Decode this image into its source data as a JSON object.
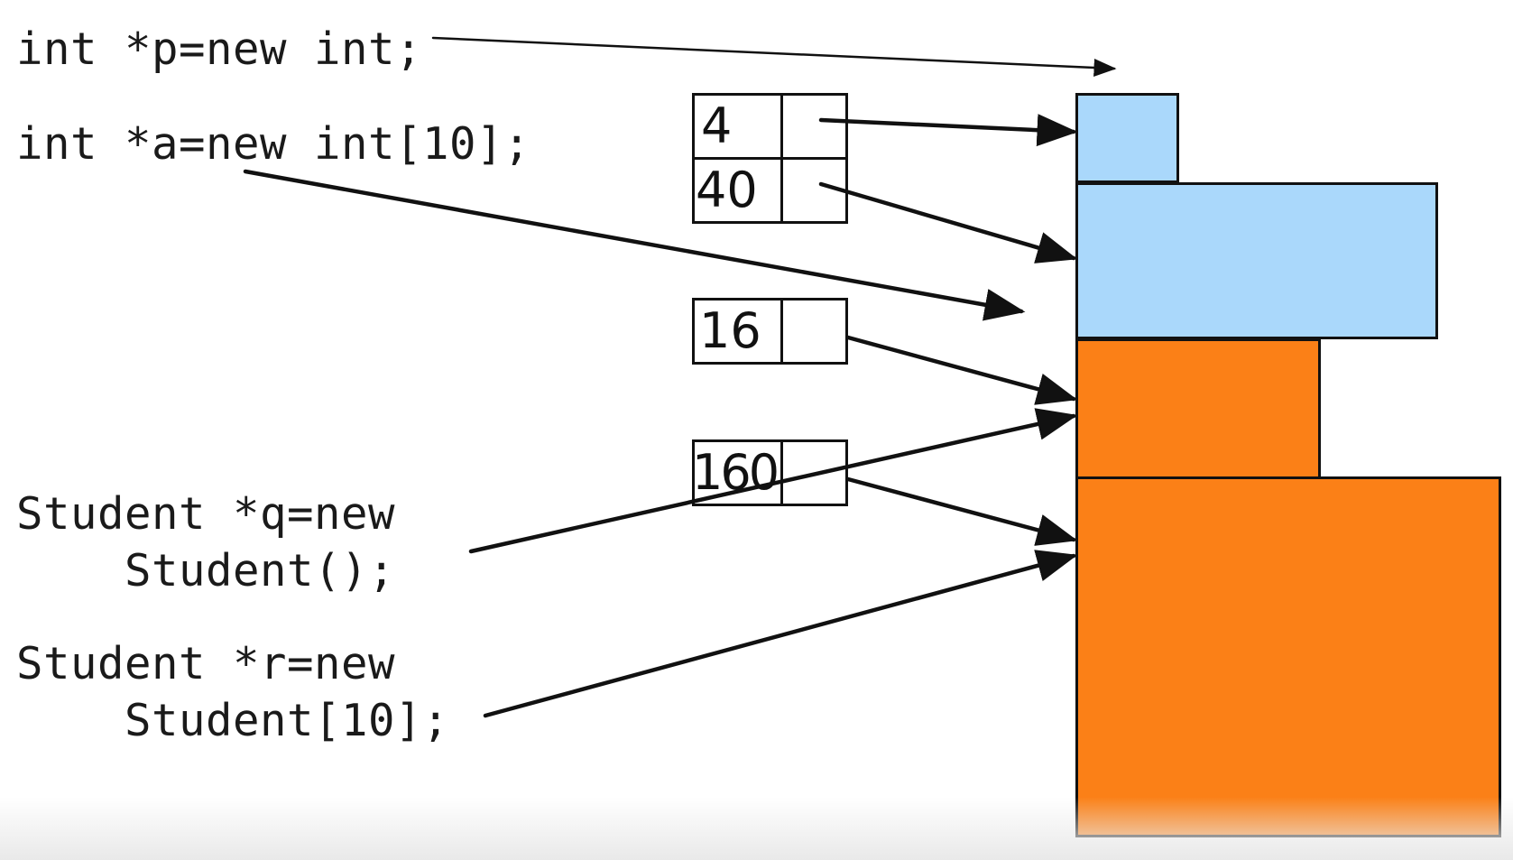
{
  "code": {
    "line1": "int *p=new int;",
    "line2": "int *a=new int[10];",
    "line3a": "Student *q=new",
    "line3b": "    Student();",
    "line4a": "Student *r=new",
    "line4b": "    Student[10];"
  },
  "size_table": {
    "int_single": "4",
    "int_array": "40",
    "student_single": "16",
    "student_array": "160"
  },
  "colors": {
    "int_block": "#aad8fb",
    "student_block": "#fb8017",
    "stroke": "#111111"
  }
}
